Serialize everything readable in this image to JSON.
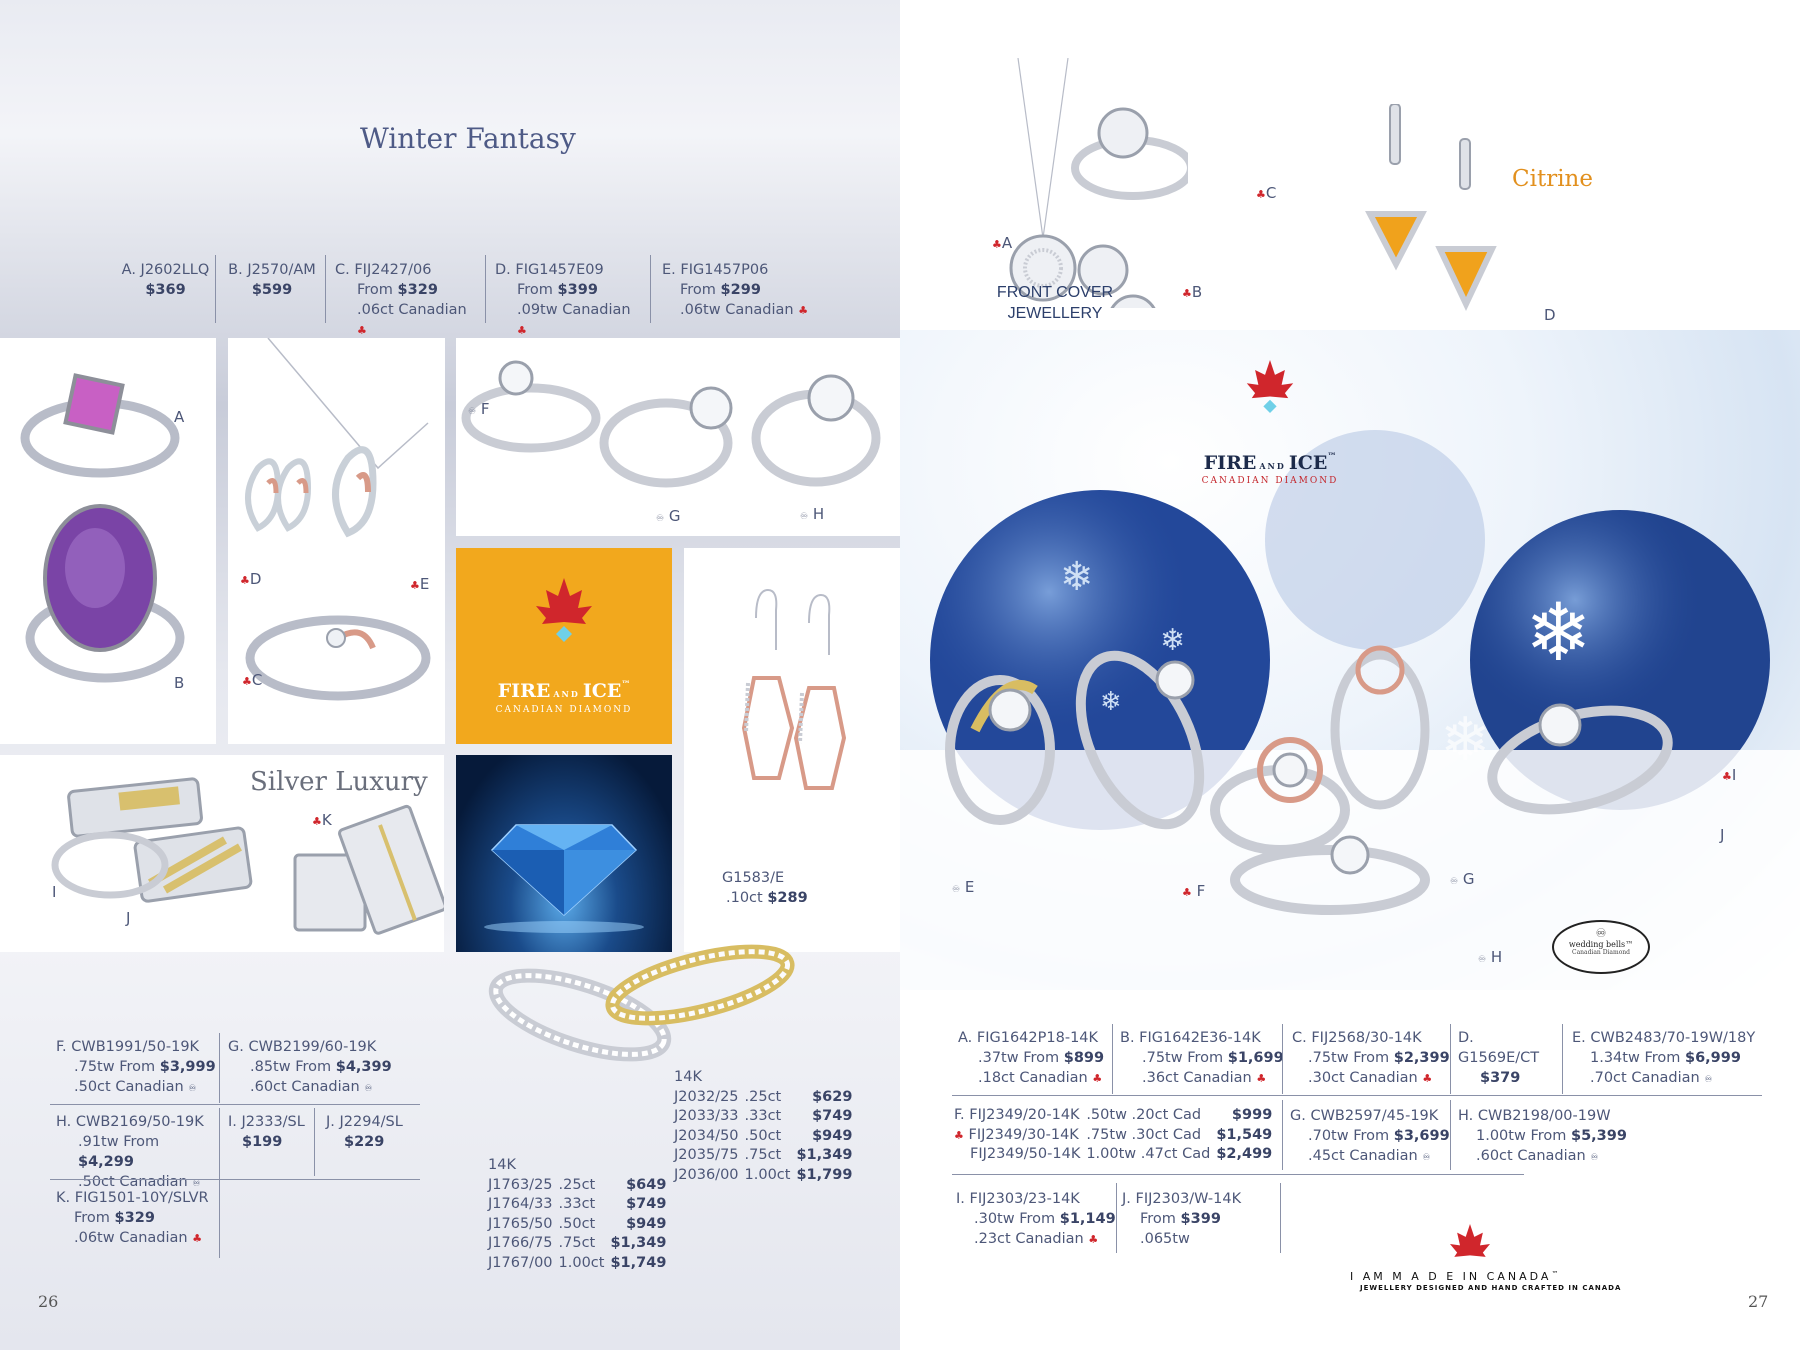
{
  "left": {
    "title": "Winter Fantasy",
    "section2": "Silver Luxury",
    "page_number": "26",
    "top_items": [
      {
        "id": "A. J2602LLQ",
        "l2": "$369"
      },
      {
        "id": "B. J2570/AM",
        "l2": "$599"
      },
      {
        "id": "C. FIJ2427/06",
        "l2a": "From ",
        "l2b": "$329",
        "l3": ".06ct Canadian"
      },
      {
        "id": "D. FIG1457E09",
        "l2a": "From ",
        "l2b": "$399",
        "l3": ".09tw Canadian"
      },
      {
        "id": "E. FIG1457P06",
        "l2a": "From ",
        "l2b": "$299",
        "l3": ".06tw Canadian"
      }
    ],
    "panel_letters": [
      "A",
      "B",
      "D",
      "E",
      "C",
      "F",
      "G",
      "H",
      "I",
      "J",
      "K"
    ],
    "earring": {
      "id": "G1583/E",
      "ct": ".10ct",
      "price": "$289"
    },
    "brand": {
      "fire": "FIRE",
      "and": "AND",
      "ice": "ICE",
      "tm": "™",
      "sub": "CANADIAN DIAMOND"
    },
    "bottom_items": [
      {
        "id": "F. CWB1991/50-19K",
        "l2a": ".75tw From ",
        "l2b": "$3,999",
        "l3": ".50ct Canadian"
      },
      {
        "id": "G. CWB2199/60-19K",
        "l2a": ".85tw From ",
        "l2b": "$4,399",
        "l3": ".60ct Canadian"
      },
      {
        "id": "H. CWB2169/50-19K",
        "l2a": ".91tw From ",
        "l2b": "$4,299",
        "l3": ".50ct Canadian"
      },
      {
        "id": "I. J2333/SL",
        "l2": "$199"
      },
      {
        "id": "J. J2294/SL",
        "l2": "$229"
      },
      {
        "id": "K. FIG1501-10Y/SLVR",
        "l2a": "From ",
        "l2b": "$329",
        "l3": ".06tw Canadian"
      }
    ],
    "band_a": {
      "header": "14K",
      "rows": [
        [
          "J2032/25",
          ".25ct",
          "$629"
        ],
        [
          "J2033/33",
          ".33ct",
          "$749"
        ],
        [
          "J2034/50",
          ".50ct",
          "$949"
        ],
        [
          "J2035/75",
          ".75ct",
          "$1,349"
        ],
        [
          "J2036/00",
          "1.00ct",
          "$1,799"
        ]
      ]
    },
    "band_b": {
      "header": "14K",
      "rows": [
        [
          "J1763/25",
          ".25ct",
          "$649"
        ],
        [
          "J1764/33",
          ".33ct",
          "$749"
        ],
        [
          "J1765/50",
          ".50ct",
          "$949"
        ],
        [
          "J1766/75",
          ".75ct",
          "$1,349"
        ],
        [
          "J1767/00",
          "1.00ct",
          "$1,749"
        ]
      ]
    }
  },
  "right": {
    "front_cover": [
      "FRONT COVER",
      "JEWELLERY"
    ],
    "citrine": "Citrine",
    "page_number": "27",
    "top_letters": [
      "A",
      "B",
      "C",
      "D"
    ],
    "ring_letters": [
      "E",
      "F",
      "G",
      "H",
      "I",
      "J"
    ],
    "wedding_bells": {
      "l1": "wedding bells™",
      "l2": "Canadian Diamond"
    },
    "brand": {
      "fire": "FIRE",
      "and": "AND",
      "ice": "ICE",
      "tm": "™",
      "sub": "CANADIAN DIAMOND"
    },
    "row1": [
      {
        "id": "A. FIG1642P18-14K",
        "l2a": ".37tw From ",
        "l2b": "$899",
        "l3": ".18ct Canadian"
      },
      {
        "id": "B. FIG1642E36-14K",
        "l2a": ".75tw From ",
        "l2b": "$1,699",
        "l3": ".36ct Canadian"
      },
      {
        "id": "C. FIJ2568/30-14K",
        "l2a": ".75tw From ",
        "l2b": "$2,399",
        "l3": ".30ct Canadian"
      },
      {
        "id": "D. G1569E/CT",
        "l2": "$379"
      },
      {
        "id": "E. CWB2483/70-19W/18Y",
        "l2a": "1.34tw From ",
        "l2b": "$6,999",
        "l3": ".70ct Canadian"
      }
    ],
    "row2_f": [
      {
        "a": "F. FIJ2349/20-14K",
        "b": ".50tw .20ct Cad",
        "p": "$999"
      },
      {
        "a": "FIJ2349/30-14K",
        "b": ".75tw .30ct Cad",
        "p": "$1,549"
      },
      {
        "a": "FIJ2349/50-14K",
        "b": "1.00tw .47ct Cad",
        "p": "$2,499"
      }
    ],
    "row2": [
      {
        "id": "G. CWB2597/45-19K",
        "l2a": ".70tw From ",
        "l2b": "$3,699",
        "l3": ".45ct Canadian"
      },
      {
        "id": "H. CWB2198/00-19W",
        "l2a": "1.00tw From ",
        "l2b": "$5,399",
        "l3": ".60ct Canadian"
      }
    ],
    "row3": [
      {
        "id": "I. FIJ2303/23-14K",
        "l2a": ".30tw From ",
        "l2b": "$1,149",
        "l3": ".23ct Canadian"
      },
      {
        "id": "J. FIJ2303/W-14K",
        "l2a": "From ",
        "l2b": "$399",
        "l3": ".065tw"
      }
    ],
    "made": {
      "main": "I AM M A D E IN CANADA",
      "tm": "™",
      "sub": "JEWELLERY DESIGNED AND HAND CRAFTED IN CANADA"
    }
  }
}
